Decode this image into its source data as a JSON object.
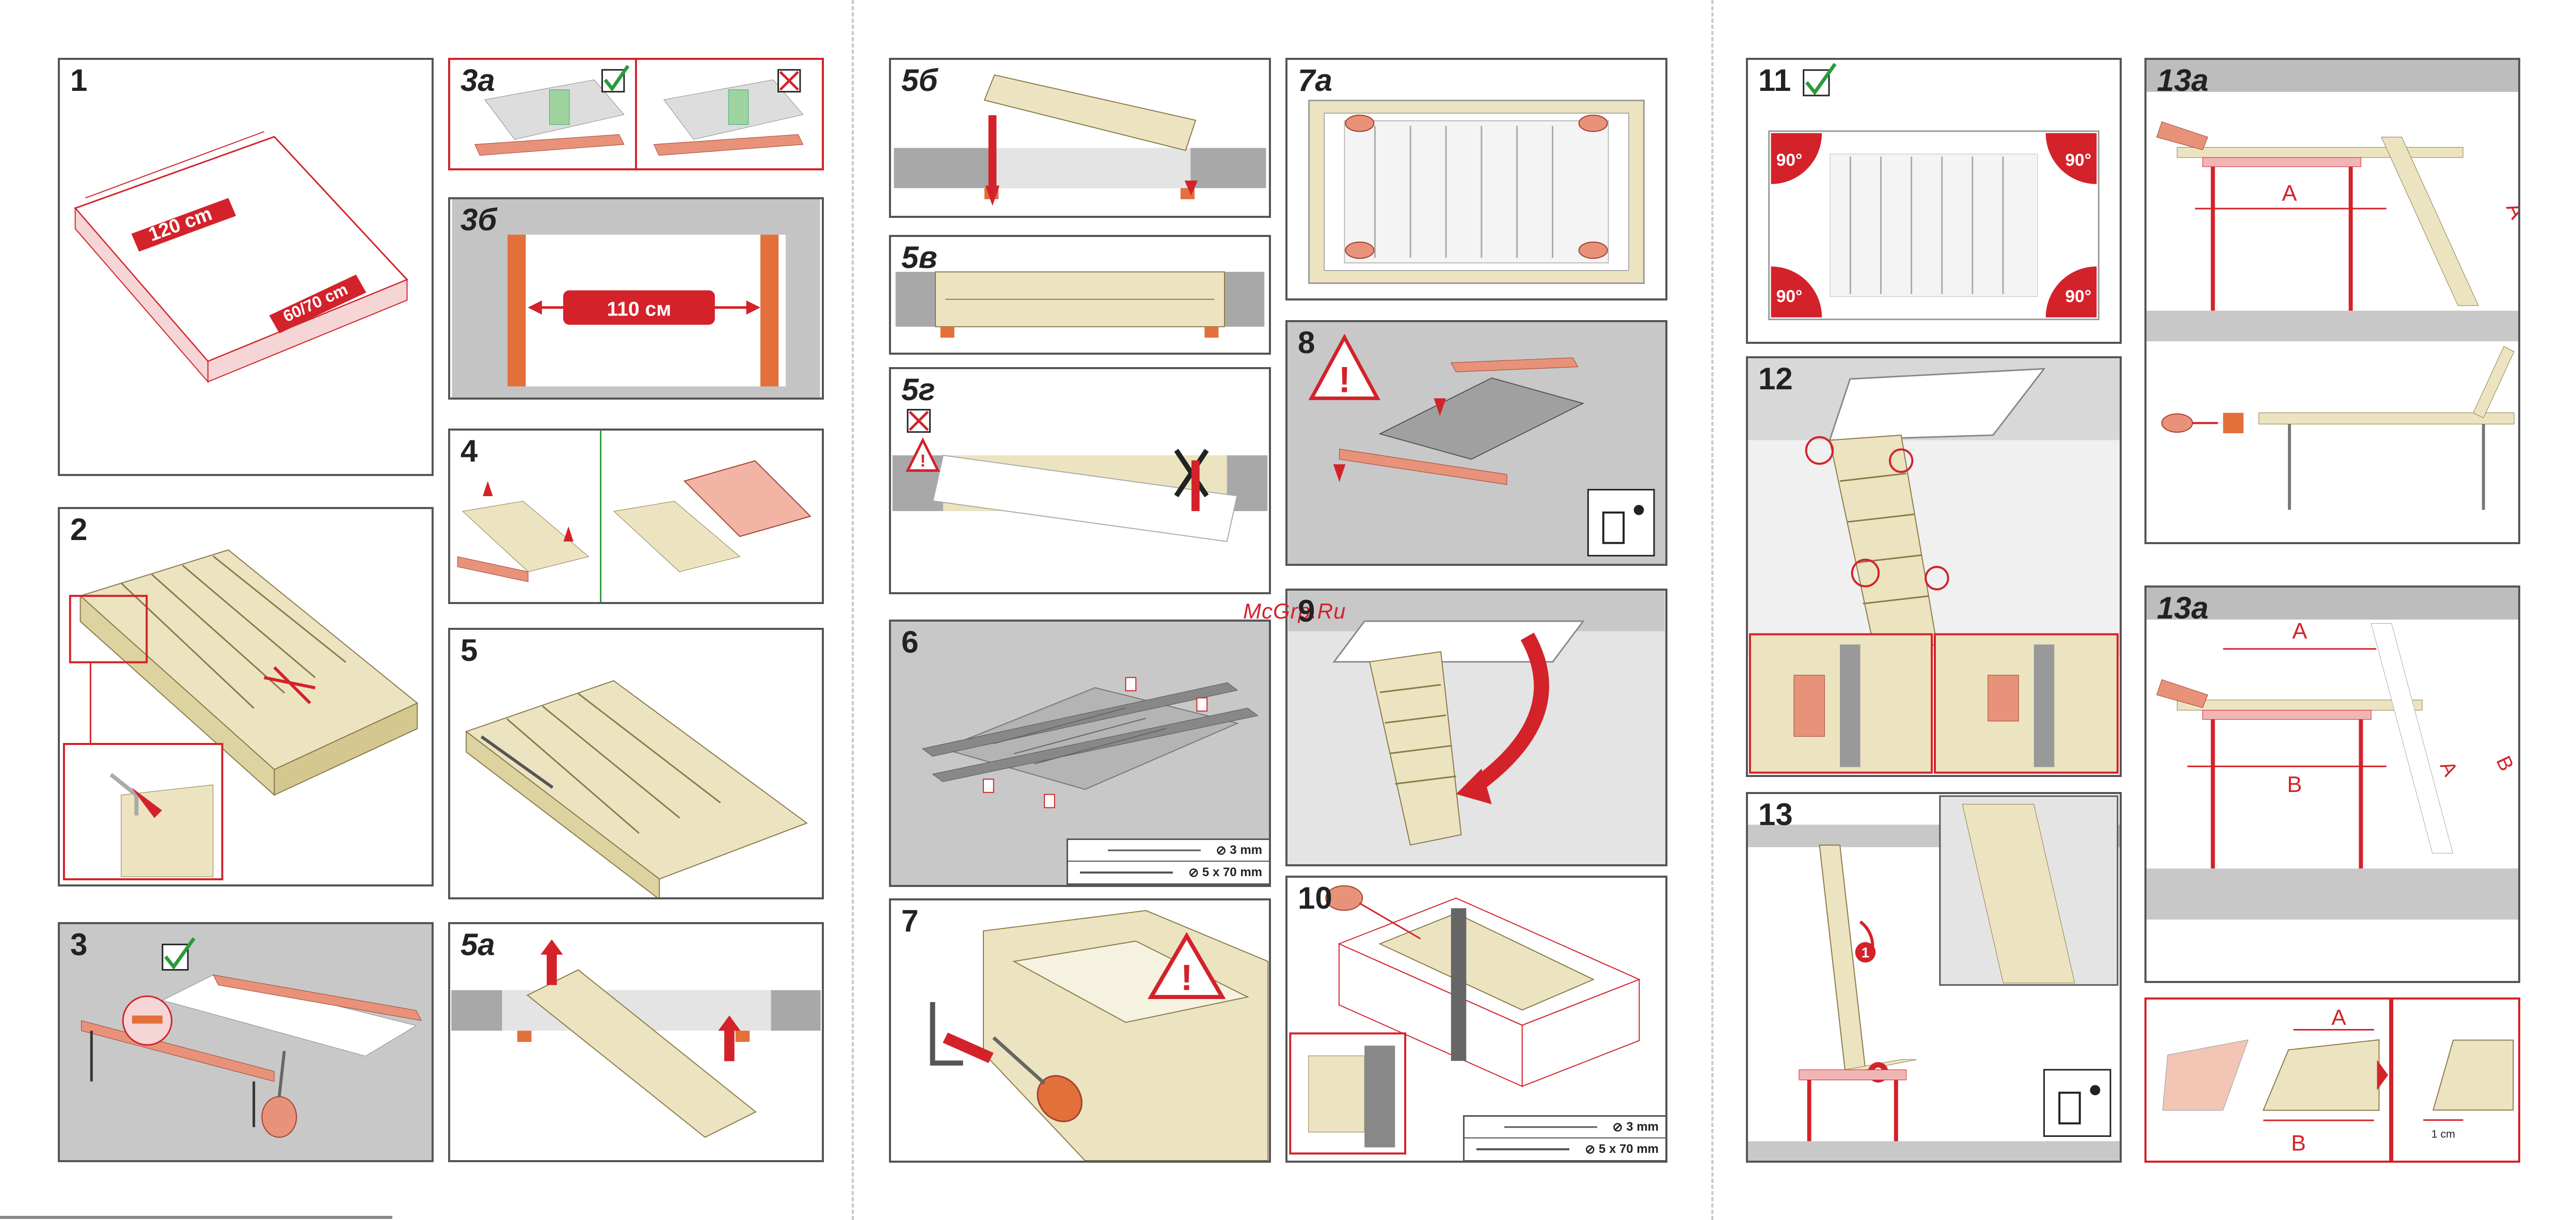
{
  "steps": {
    "s1": "1",
    "s2": "2",
    "s3": "3",
    "s3a": "3a",
    "s3b": "3б",
    "s4": "4",
    "s5": "5",
    "s5a": "5a",
    "s5b": "5б",
    "s5v": "5в",
    "s5g": "5г",
    "s6": "6",
    "s7": "7",
    "s7a": "7a",
    "s8": "8",
    "s9": "9",
    "s10": "10",
    "s11": "11",
    "s12": "12",
    "s13": "13",
    "s13a_top": "13a",
    "s13a_bottom": "13a"
  },
  "dimensions": {
    "length": "120 cm",
    "width": "60/70 cm",
    "opening": "110 см",
    "angle": "90°",
    "a": "A",
    "b": "B",
    "gap": "1 cm"
  },
  "screws": {
    "s6_row1": "3 mm",
    "s6_row2": "5 x 70 mm",
    "s10_row1": "3 mm",
    "s10_row2": "5 x 70 mm"
  },
  "markers": {
    "one": "1",
    "two": "2"
  },
  "watermark": "McGrp.Ru",
  "icons": [
    "check-icon",
    "cross-icon",
    "warning-icon",
    "trash-icon",
    "screwdriver-icon",
    "no-diameter-icon"
  ],
  "colors": {
    "accent": "#d3222a",
    "wood": "#ece4c0",
    "wall": "#b0b0b0",
    "orange": "#e3703a",
    "pink": "#f2b5b5"
  }
}
